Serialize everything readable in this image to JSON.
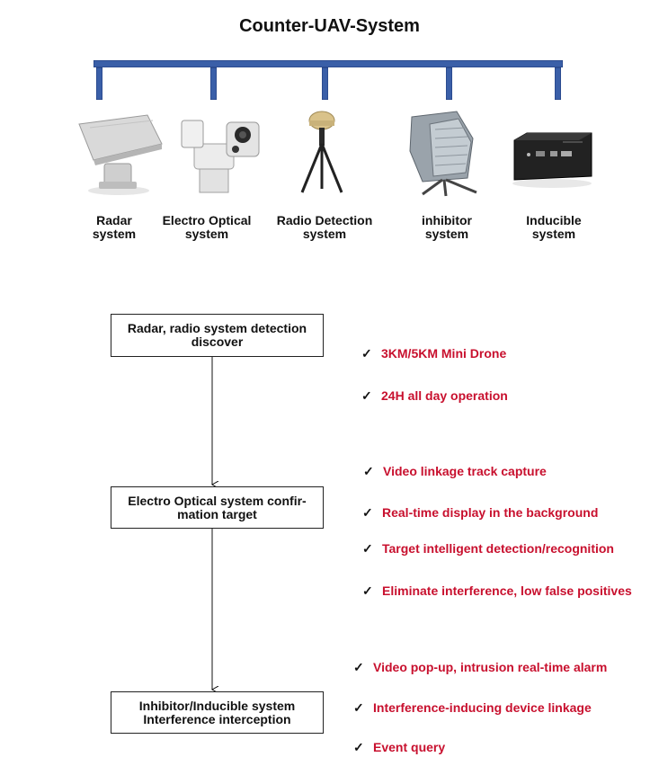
{
  "title": "Counter-UAV-System",
  "colors": {
    "bus": "#3a5fa8",
    "bus_edge": "#1d3a78",
    "feature_text": "#c8102e",
    "text": "#111111"
  },
  "devices": [
    {
      "icon": "radar-icon",
      "label_line1": "Radar",
      "label_line2": "system"
    },
    {
      "icon": "electro-optical-camera-icon",
      "label_line1": "Electro Optical",
      "label_line2": "system"
    },
    {
      "icon": "radio-detection-antenna-icon",
      "label_line1": "Radio Detection",
      "label_line2": "system"
    },
    {
      "icon": "inhibitor-jammer-icon",
      "label_line1": "inhibitor",
      "label_line2": "system"
    },
    {
      "icon": "inducible-device-icon",
      "label_line1": "Inducible",
      "label_line2": "system"
    }
  ],
  "flow": [
    {
      "line1": "Radar, radio system detection",
      "line2": "discover"
    },
    {
      "line1": "Electro Optical system confir-",
      "line2": "mation target"
    },
    {
      "line1": "Inhibitor/Inducible system",
      "line2": "Interference interception"
    }
  ],
  "checkmark": "✓",
  "features": [
    "3KM/5KM Mini Drone",
    "24H all day operation",
    "Video linkage track capture",
    "Real-time display in the background",
    "Target intelligent detection/recognition",
    "Eliminate interference, low false positives",
    "Video pop-up, intrusion real-time alarm",
    "Interference-inducing device linkage",
    "Event query"
  ]
}
